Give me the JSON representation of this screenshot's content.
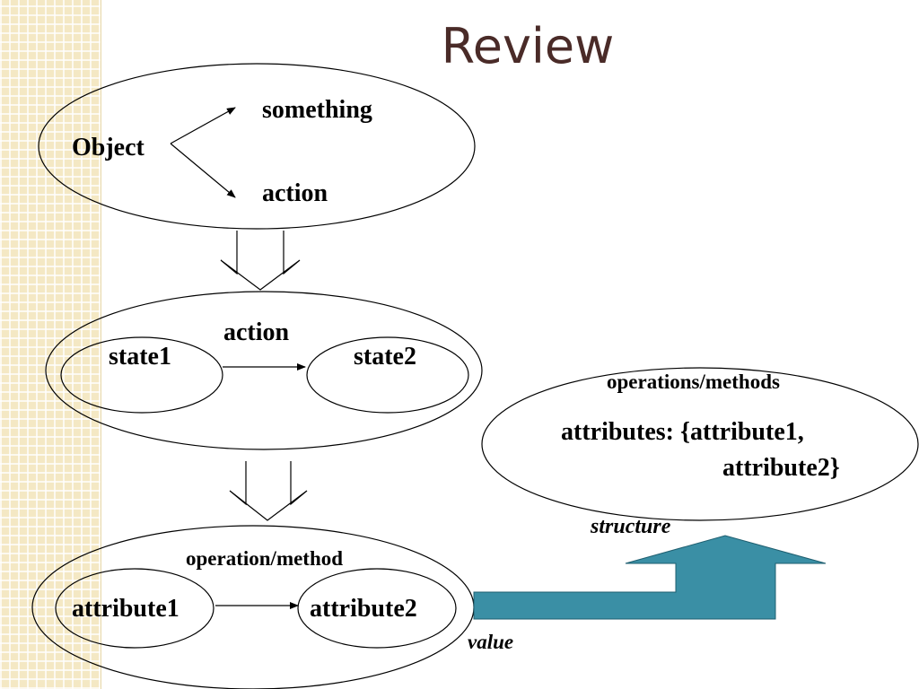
{
  "title": "Review",
  "nodes": {
    "object": "Object",
    "something": "something",
    "action_top": "action",
    "action_mid": "action",
    "state1": "state1",
    "state2": "state2",
    "operation_method": "operation/method",
    "attribute1": "attribute1",
    "attribute2": "attribute2",
    "operations_methods": "operations/methods",
    "attributes_line1": "attributes: {attribute1,",
    "attributes_line2": "attribute2}",
    "structure": "structure",
    "value": "value"
  },
  "colors": {
    "title": "#4a2b28",
    "big_arrow_fill": "#3a8fa5",
    "side_strip": "#f4e8c4"
  }
}
